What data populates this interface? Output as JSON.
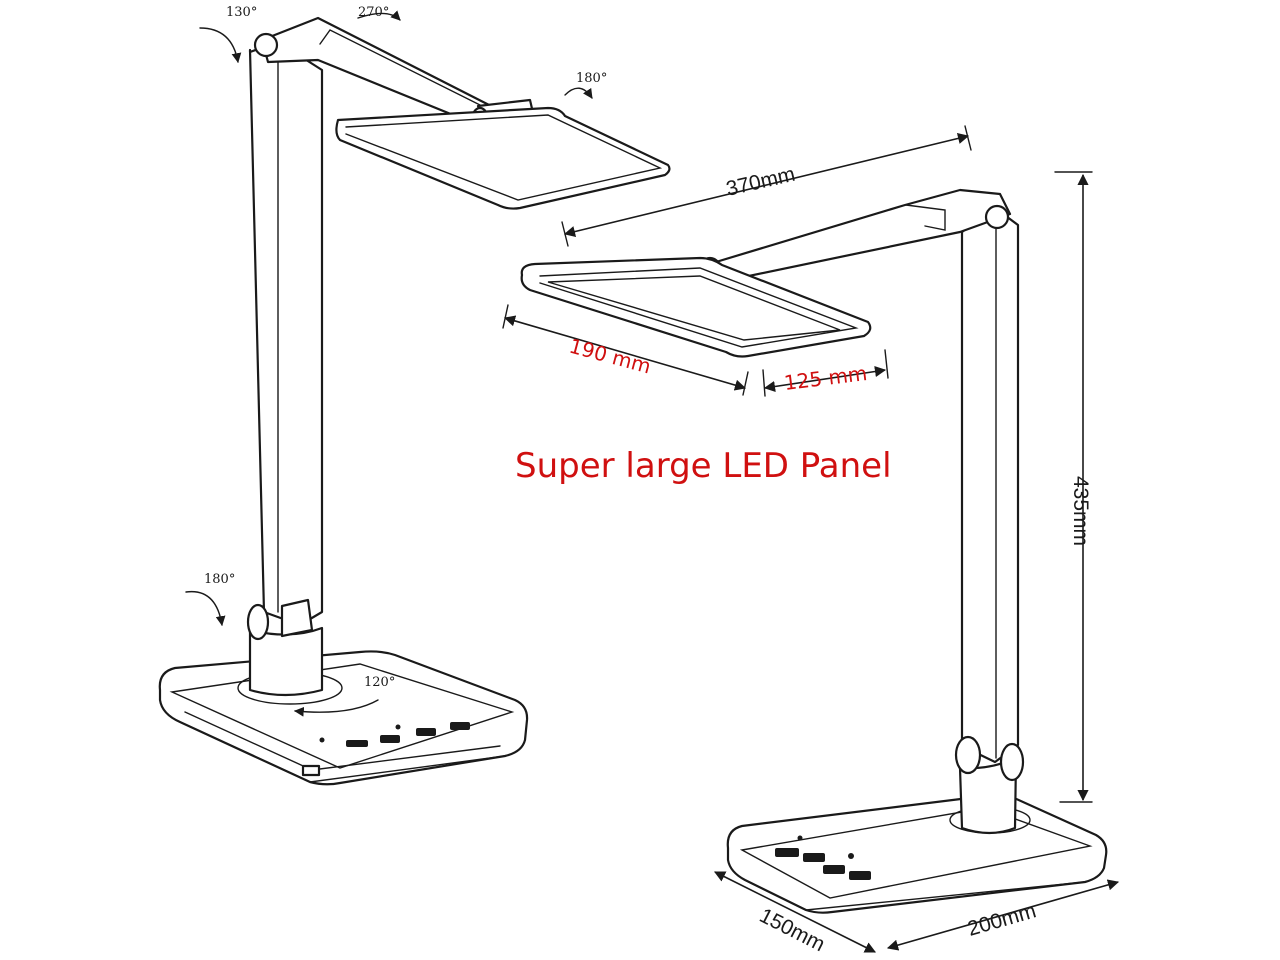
{
  "title": "Super large LED Panel",
  "colors": {
    "accent": "#d01010",
    "ink": "#1a1a1a"
  },
  "angles": {
    "head_tilt_left": "130°",
    "arm_rotate": "270°",
    "panel_rotate": "180°",
    "base_pivot": "180°",
    "base_swivel": "120°"
  },
  "dimensions": {
    "arm_length": "370mm",
    "height": "435mm",
    "panel_length": "190 mm",
    "panel_width": "125 mm",
    "base_depth": "150mm",
    "base_width": "200mm"
  }
}
